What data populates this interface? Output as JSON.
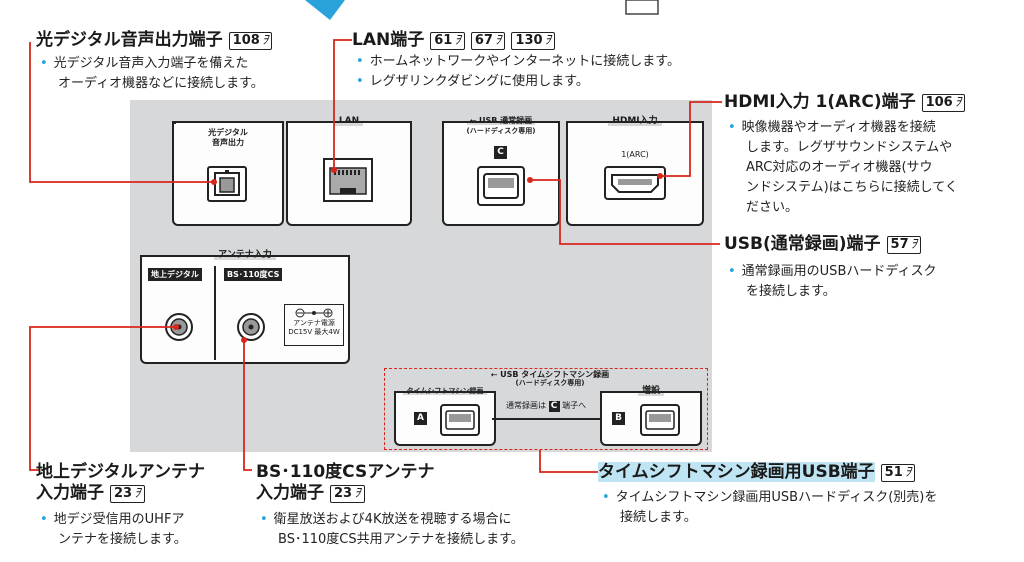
{
  "headings": {
    "optical": "光デジタル音声出力端子",
    "lan": "LAN端子",
    "hdmi": "HDMI入力 1(ARC)端子",
    "usb": "USB(通常録画)端子",
    "terrestrial_1": "地上デジタルアンテナ",
    "terrestrial_2": "入力端子",
    "bs_1": "BS･110度CSアンテナ",
    "bs_2": "入力端子",
    "timeshift": "タイムシフトマシン録画用USB端子"
  },
  "pages": {
    "optical": "108",
    "lan_1": "61",
    "lan_2": "67",
    "lan_3": "130",
    "hdmi": "106",
    "usb": "57",
    "terrestrial": "23",
    "bs": "23",
    "timeshift": "51",
    "page_glyph": "ｦ"
  },
  "descriptions": {
    "optical": [
      "光デジタル音声入力端子を備えた",
      "オーディオ機器などに接続します。"
    ],
    "lan": [
      "ホームネットワークやインターネットに接続します。",
      "レグザリンクダビングに使用します。"
    ],
    "hdmi": [
      "映像機器やオーディオ機器を接続",
      "します。レグザサウンドシステムや",
      "ARC対応のオーディオ機器(サウ",
      "ンドシステム)はこちらに接続してく",
      "ださい。"
    ],
    "usb": [
      "通常録画用のUSBハードディスク",
      "を接続します。"
    ],
    "terrestrial": [
      "地デジ受信用のUHFア",
      "ンテナを接続します。"
    ],
    "bs": [
      "衛星放送および4K放送を視聴する場合に",
      "BS･110度CS共用アンテナを接続します。"
    ],
    "timeshift": [
      "タイムシフトマシン録画用USBハードディスク(別売)を",
      "接続します。"
    ]
  },
  "panel_labels": {
    "optical_1": "光デジタル",
    "optical_2": "音声出力",
    "lan": "LAN",
    "usb_1": "USB 通常録画",
    "usb_2": "(ハードディスク専用)",
    "hdmi": "HDMI入力",
    "hdmi_port": "1(ARC)",
    "antenna": "アンテナ入力",
    "terrestrial": "地上デジタル",
    "bs": "BS･110度CS",
    "power_1": "アンテナ電源",
    "power_2": "DC15V 最大4W",
    "timeshift_1": "USB タイムシフトマシン録画",
    "timeshift_2": "(ハードディスク専用)",
    "timeshift_rec": "タイムシフトマシン録画",
    "expand": "増設",
    "normal_rec_pre": "通常録画は",
    "normal_rec_post": "端子へ",
    "letter_c": "C",
    "letter_a": "A",
    "letter_b": "B"
  },
  "bullet": "•",
  "colors": {
    "panel": "#d6d8da",
    "bullet": "#29a3d9",
    "highlight": "#bfe4f4",
    "callout": "#d9261c"
  }
}
